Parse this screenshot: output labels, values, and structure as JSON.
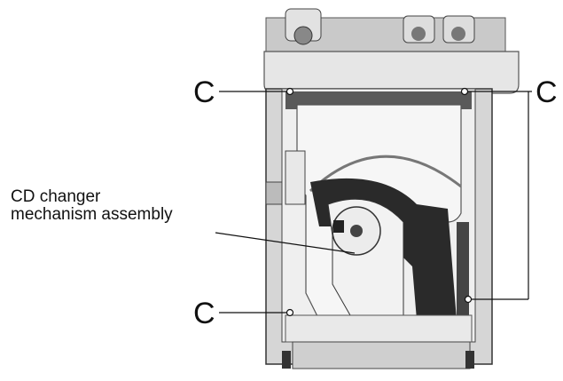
{
  "labels": {
    "c_top_left": "C",
    "c_top_right": "C",
    "c_bottom_left": "C",
    "assembly_line1": "CD changer",
    "assembly_line2": "mechanism assembly"
  },
  "colors": {
    "ink": "#111111",
    "housing": "#dcdcdc",
    "housing_dark": "#3a3a3a",
    "tray_white": "#f4f4f4",
    "mechanism_dark": "#2a2a2a"
  }
}
